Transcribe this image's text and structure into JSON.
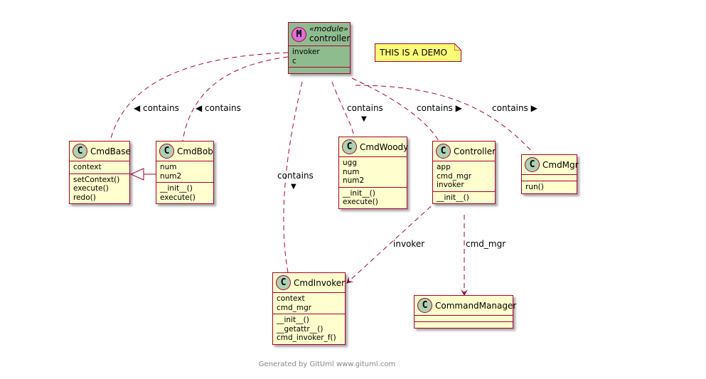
{
  "colors": {
    "class_fill": "#FEFECE",
    "module_fill": "#8FBC8F",
    "border": "#A80036",
    "class_badge": "#ADD1B2",
    "module_badge": "#DA70D6",
    "note_fill": "#FBFB77"
  },
  "module": {
    "badge": "M",
    "stereotype": "«module»",
    "name": "controller",
    "attributes": [
      "invoker",
      "c"
    ],
    "methods": []
  },
  "note": {
    "text": "THIS IS A DEMO"
  },
  "classes": {
    "CmdBase": {
      "badge": "C",
      "name": "CmdBase",
      "attributes": [
        "context"
      ],
      "methods": [
        "setContext()",
        "execute()",
        "redo()"
      ]
    },
    "CmdBob": {
      "badge": "C",
      "name": "CmdBob",
      "attributes": [
        "num",
        "num2"
      ],
      "methods": [
        "__init__()",
        "execute()"
      ]
    },
    "CmdWoody": {
      "badge": "C",
      "name": "CmdWoody",
      "attributes": [
        "ugg",
        "num",
        "num2"
      ],
      "methods": [
        "__init__()",
        "execute()"
      ]
    },
    "Controller": {
      "badge": "C",
      "name": "Controller",
      "attributes": [
        "app",
        "cmd_mgr",
        "invoker"
      ],
      "methods": [
        "__init__()"
      ]
    },
    "CmdMgr": {
      "badge": "C",
      "name": "CmdMgr",
      "attributes": [],
      "methods": [
        "run()"
      ]
    },
    "CmdInvoker": {
      "badge": "C",
      "name": "CmdInvoker",
      "attributes": [
        "context",
        "cmd_mgr"
      ],
      "methods": [
        "__init__()",
        "__getattr__()",
        "cmd_invoker_f()"
      ]
    },
    "CommandManager": {
      "badge": "C",
      "name": "CommandManager",
      "attributes": [],
      "methods": []
    }
  },
  "relations": [
    {
      "from": "controller",
      "to": "CmdBase",
      "type": "dependency",
      "label": "◀ contains"
    },
    {
      "from": "controller",
      "to": "CmdBob",
      "type": "dependency",
      "label": "◀ contains"
    },
    {
      "from": "controller",
      "to": "CmdInvoker",
      "type": "dependency",
      "label": "contains",
      "arrow_label": "▼"
    },
    {
      "from": "controller",
      "to": "CmdWoody",
      "type": "dependency",
      "label": "contains",
      "arrow_label": "▼"
    },
    {
      "from": "controller",
      "to": "Controller",
      "type": "dependency",
      "label": "contains ▶"
    },
    {
      "from": "controller",
      "to": "CmdMgr",
      "type": "dependency",
      "label": "contains ▶"
    },
    {
      "from": "CmdBob",
      "to": "CmdBase",
      "type": "inheritance",
      "label": ""
    },
    {
      "from": "Controller",
      "to": "CmdInvoker",
      "type": "association",
      "label": "invoker"
    },
    {
      "from": "Controller",
      "to": "CommandManager",
      "type": "association",
      "label": "cmd_mgr"
    }
  ],
  "footer": "Generated by GitUml www.gituml.com"
}
